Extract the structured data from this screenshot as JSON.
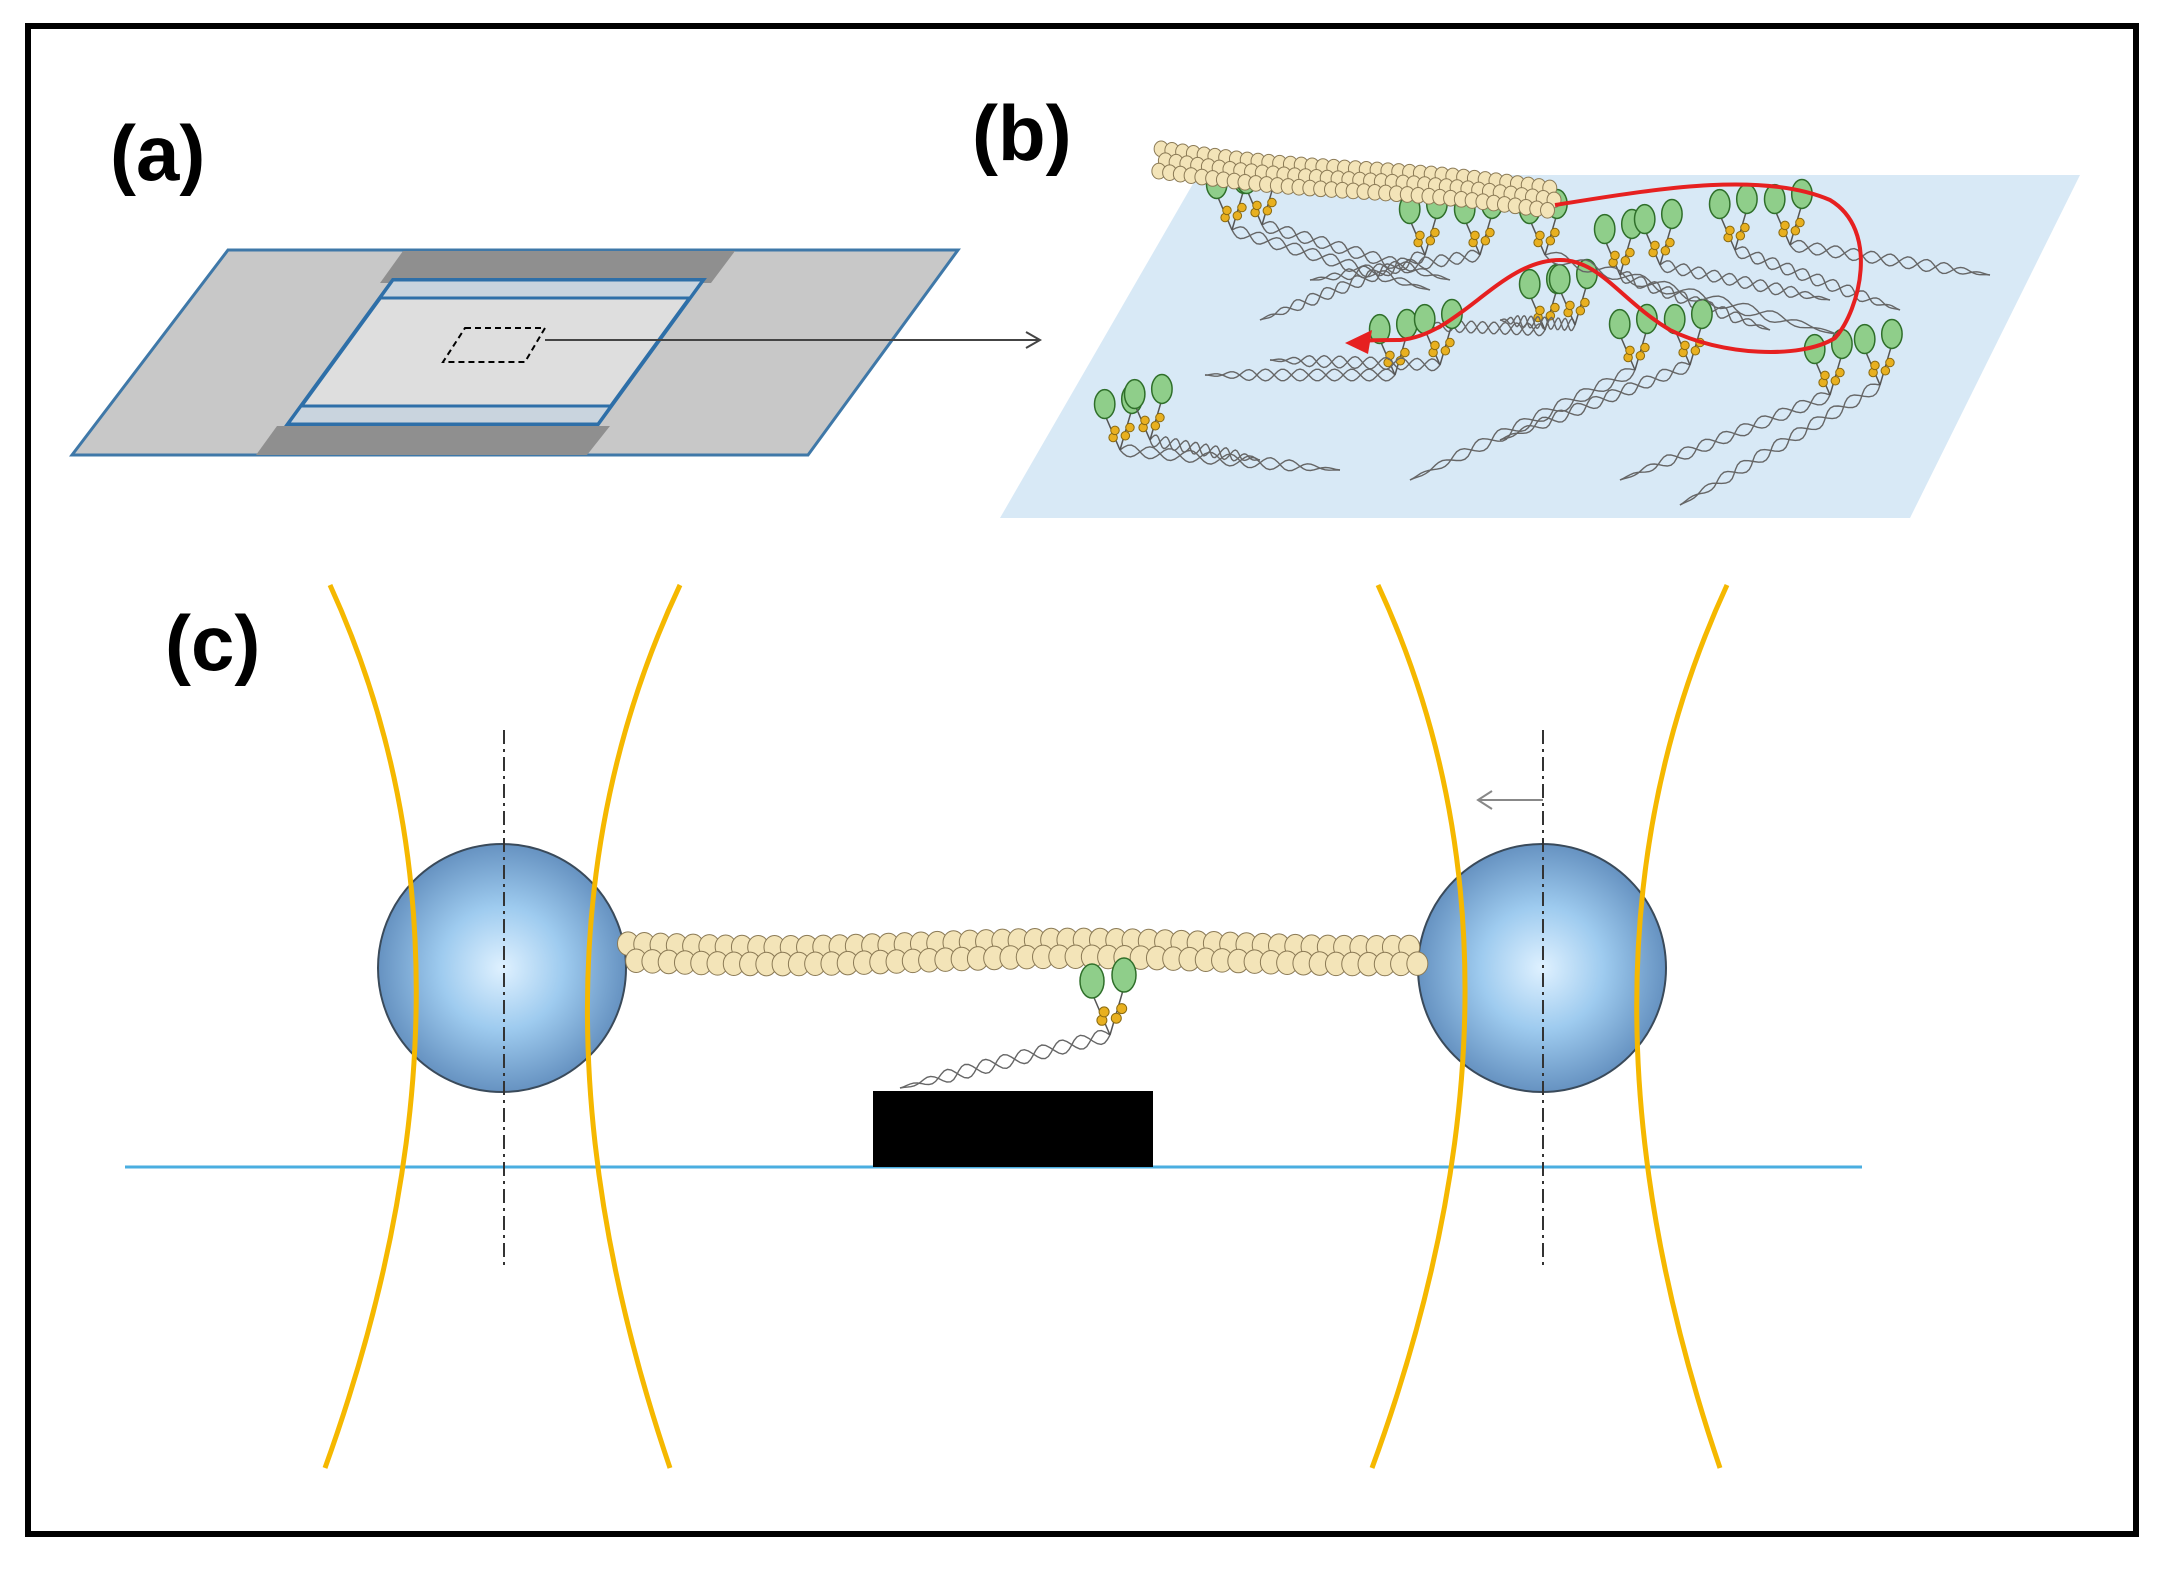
{
  "panels": {
    "a": {
      "label": "(a)"
    },
    "b": {
      "label": "(b)"
    },
    "c": {
      "label": "(c)"
    }
  },
  "colors": {
    "frame": "#000000",
    "slide_gray": "#c8c8c8",
    "spacer_dark": "#8f8f8f",
    "chamber_light": "#dcdcdc",
    "channel_edge": "#2e6fa8",
    "surface_blue": "#d8e9f6",
    "actin_bead": "#f3e4b8",
    "actin_outline": "#8b7a55",
    "myosin_head": "#8fce8a",
    "myosin_head_outline": "#2f6f2a",
    "light_chain": "#e8b020",
    "actin_path": "#e62020",
    "laser_beam": "#f5b800",
    "trap_bead_center": "#cfe9ff",
    "trap_bead_edge": "#5b8fc2",
    "coverslip_line": "#4aaee0",
    "pedestal": "#000000"
  },
  "icons": {
    "trap_axis": "dash-dot-line",
    "displacement": "left-arrow"
  }
}
